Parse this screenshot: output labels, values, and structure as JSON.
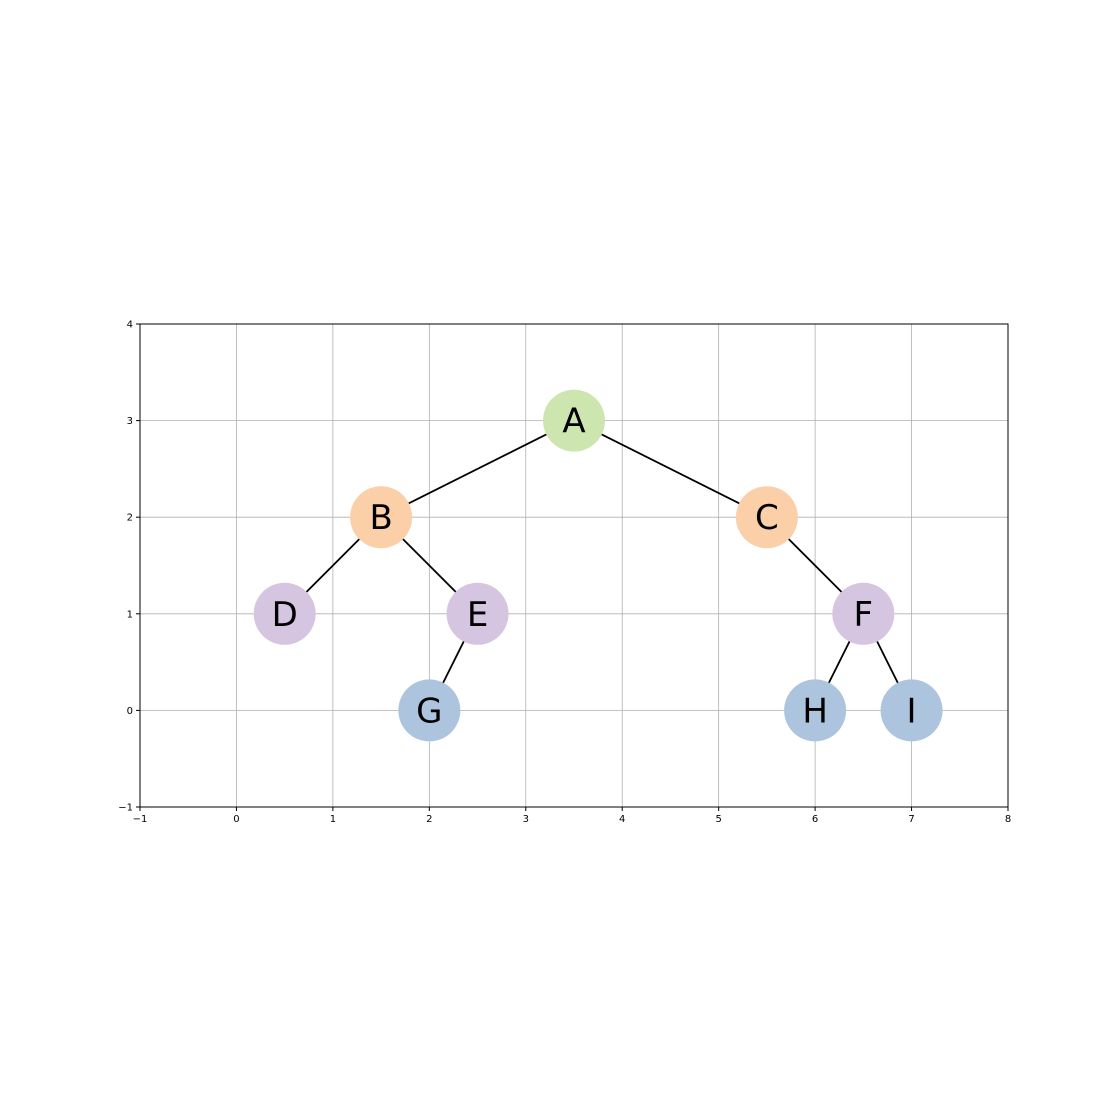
{
  "chart_data": {
    "type": "tree",
    "xlim": [
      -1,
      8
    ],
    "ylim": [
      -1,
      4
    ],
    "grid": true,
    "xticks": [
      "−1",
      "0",
      "1",
      "2",
      "3",
      "4",
      "5",
      "6",
      "7",
      "8"
    ],
    "xtick_values": [
      -1,
      0,
      1,
      2,
      3,
      4,
      5,
      6,
      7,
      8
    ],
    "yticks": [
      "−1",
      "0",
      "1",
      "2",
      "3",
      "4"
    ],
    "ytick_values": [
      -1,
      0,
      1,
      2,
      3,
      4
    ],
    "nodes": [
      {
        "id": "A",
        "label": "A",
        "x": 3.5,
        "y": 3,
        "color": "#cde6b0"
      },
      {
        "id": "B",
        "label": "B",
        "x": 1.5,
        "y": 2,
        "color": "#fbcfa8"
      },
      {
        "id": "C",
        "label": "C",
        "x": 5.5,
        "y": 2,
        "color": "#fbcfa8"
      },
      {
        "id": "D",
        "label": "D",
        "x": 0.5,
        "y": 1,
        "color": "#d6c5e0"
      },
      {
        "id": "E",
        "label": "E",
        "x": 2.5,
        "y": 1,
        "color": "#d6c5e0"
      },
      {
        "id": "F",
        "label": "F",
        "x": 6.5,
        "y": 1,
        "color": "#d6c5e0"
      },
      {
        "id": "G",
        "label": "G",
        "x": 2,
        "y": 0,
        "color": "#adc4de"
      },
      {
        "id": "H",
        "label": "H",
        "x": 6,
        "y": 0,
        "color": "#adc4de"
      },
      {
        "id": "I",
        "label": "I",
        "x": 7,
        "y": 0,
        "color": "#adc4de"
      }
    ],
    "edges": [
      [
        "A",
        "B"
      ],
      [
        "A",
        "C"
      ],
      [
        "B",
        "D"
      ],
      [
        "B",
        "E"
      ],
      [
        "C",
        "F"
      ],
      [
        "E",
        "G"
      ],
      [
        "F",
        "H"
      ],
      [
        "F",
        "I"
      ]
    ]
  }
}
